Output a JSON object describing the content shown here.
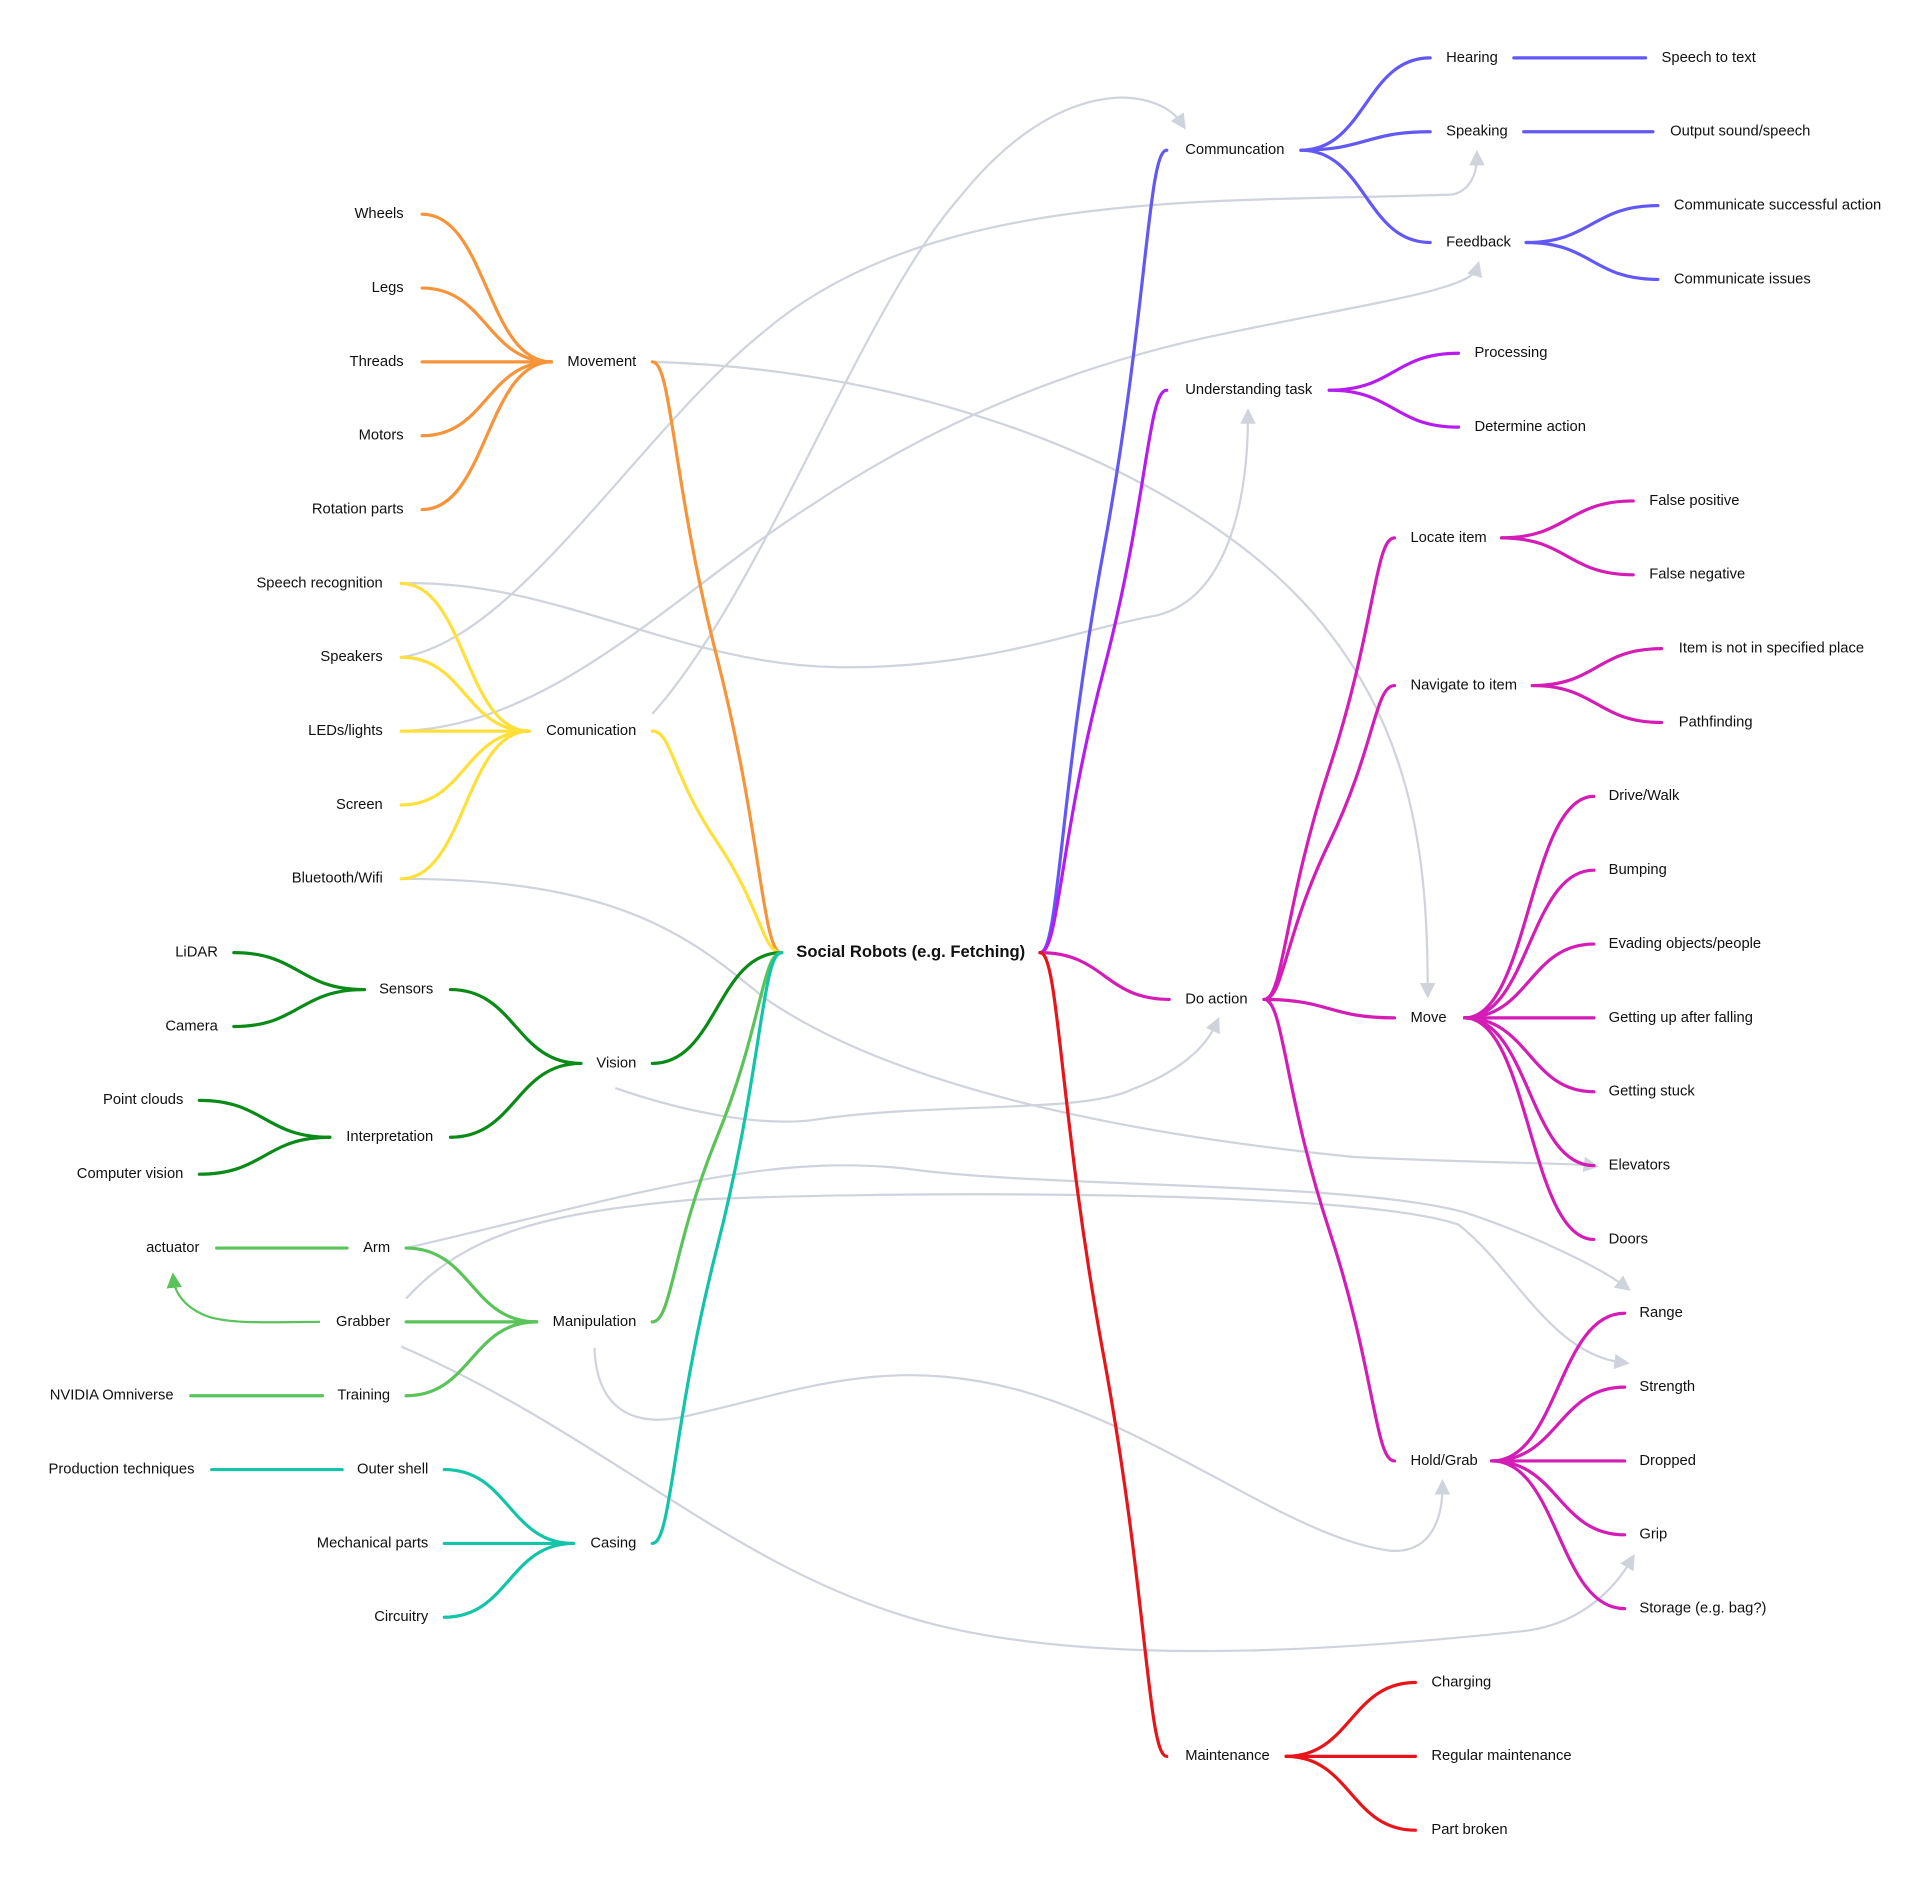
{
  "title": "Social Robots (e.g. Fetching)",
  "colors": {
    "movement": "#F7943A",
    "comunication_left": "#FFE03A",
    "vision": "#0A8A16",
    "manipulation": "#5AC35A",
    "casing": "#12C4A8",
    "communcation_right": "#6258F5",
    "understanding": "#B61CF2",
    "do_action": "#D41CB6",
    "maintenance": "#E8141A",
    "cross_link": "#cfd3db"
  },
  "labels": {
    "root": "Social Robots (e.g. Fetching)",
    "communcation": "Communcation",
    "hearing": "Hearing",
    "speech_to_text": "Speech to text",
    "speaking": "Speaking",
    "output_sound": "Output sound/speech",
    "feedback": "Feedback",
    "comm_success": "Communicate successful action",
    "comm_issues": "Communicate issues",
    "understanding": "Understanding task",
    "processing": "Processing",
    "determine_action": "Determine action",
    "do_action": "Do action",
    "locate_item": "Locate item",
    "false_positive": "False positive",
    "false_negative": "False negative",
    "navigate": "Navigate to item",
    "not_in_place": "Item is not in specified place",
    "pathfinding": "Pathfinding",
    "move": "Move",
    "drive_walk": "Drive/Walk",
    "bumping": "Bumping",
    "evading": "Evading objects/people",
    "getting_up": "Getting up after falling",
    "getting_stuck": "Getting stuck",
    "elevators": "Elevators",
    "doors": "Doors",
    "hold_grab": "Hold/Grab",
    "range": "Range",
    "strength": "Strength",
    "dropped": "Dropped",
    "grip": "Grip",
    "storage": "Storage (e.g. bag?)",
    "maintenance": "Maintenance",
    "charging": "Charging",
    "regular_maintenance": "Regular maintenance",
    "part_broken": "Part broken",
    "movement": "Movement",
    "wheels": "Wheels",
    "legs": "Legs",
    "threads": "Threads",
    "motors": "Motors",
    "rotation_parts": "Rotation parts",
    "comunication": "Comunication",
    "speech_recognition": "Speech recognition",
    "speakers": "Speakers",
    "leds": "LEDs/lights",
    "screen": "Screen",
    "bluetooth": "Bluetooth/Wifi",
    "vision": "Vision",
    "sensors": "Sensors",
    "lidar": "LiDAR",
    "camera": "Camera",
    "interpretation": "Interpretation",
    "point_clouds": "Point clouds",
    "computer_vision": "Computer vision",
    "manipulation": "Manipulation",
    "arm": "Arm",
    "actuator": "actuator",
    "grabber": "Grabber",
    "training": "Training",
    "nvidia": "NVIDIA Omniverse",
    "casing": "Casing",
    "outer_shell": "Outer shell",
    "production": "Production techniques",
    "mechanical": "Mechanical parts",
    "circuitry": "Circuitry"
  }
}
